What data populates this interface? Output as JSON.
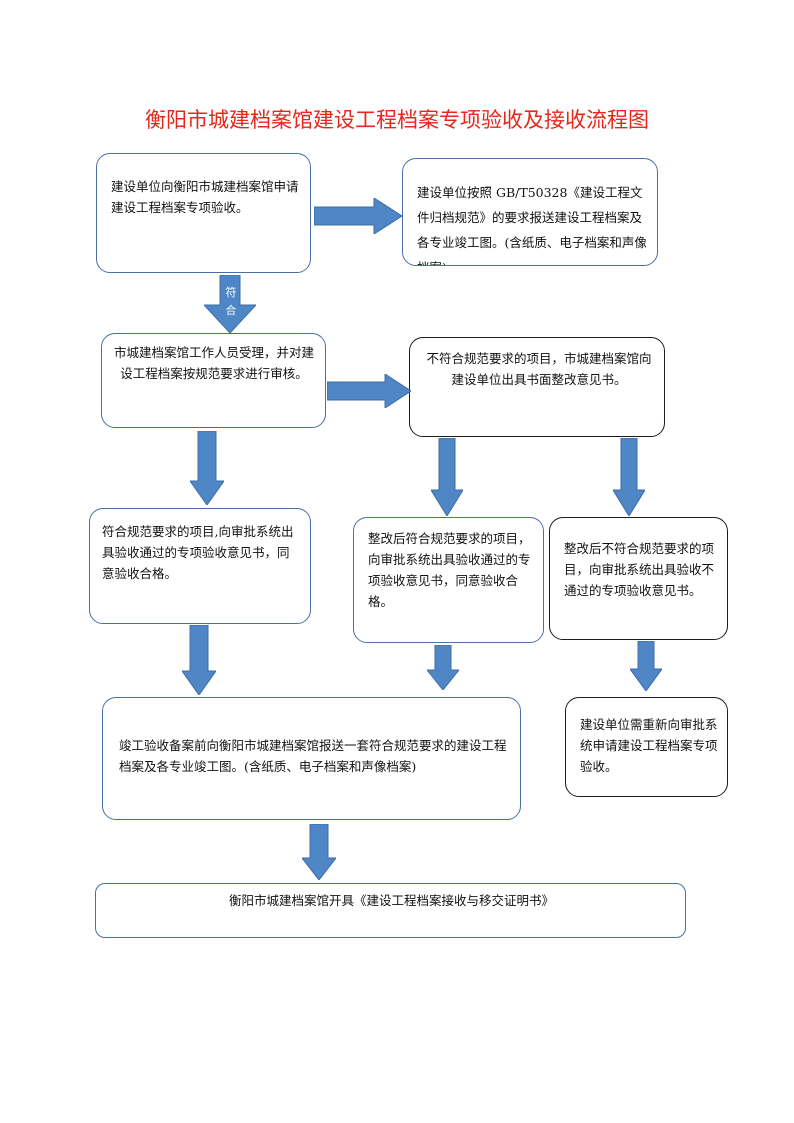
{
  "title": "衡阳市城建档案馆建设工程档案专项验收及接收流程图",
  "nodes": {
    "apply": "建设单位向衡阳市城建档案馆申请建设工程档案专项验收。",
    "submit": "建设单位按照 GB/T50328《建设工程文件归档规范》的要求报送建设工程档案及各专业竣工图。(含纸质、电子档案和声像档案)",
    "review": "市城建档案馆工作人员受理，并对建设工程档案按规范要求进行审核。",
    "noncompliant": "不符合规范要求的项目，市城建档案馆向建设单位出具书面整改意见书。",
    "compliant": "符合规范要求的项目,向审批系统出具验收通过的专项验收意见书，同意验收合格。",
    "rectified_ok": "整改后符合规范要求的项目，向审批系统出具验收通过的专项验收意见书，同意验收合格。",
    "rectified_fail": "整改后不符合规范要求的项目，向审批系统出具验收不通过的专项验收意见书。",
    "reapply": "建设单位需重新向审批系统申请建设工程档案专项验收。",
    "final_submit": "竣工验收备案前向衡阳市城建档案馆报送一套符合规范要求的建设工程档案及各专业竣工图。(含纸质、电子档案和声像档案)",
    "certificate": "衡阳市城建档案馆开具《建设工程档案接收与移交证明书》"
  },
  "edge_labels": {
    "apply_to_review": "符合"
  },
  "colors": {
    "title": "#e8261c",
    "arrow": "#4f86c6",
    "box_border": "#4a6fa5"
  }
}
